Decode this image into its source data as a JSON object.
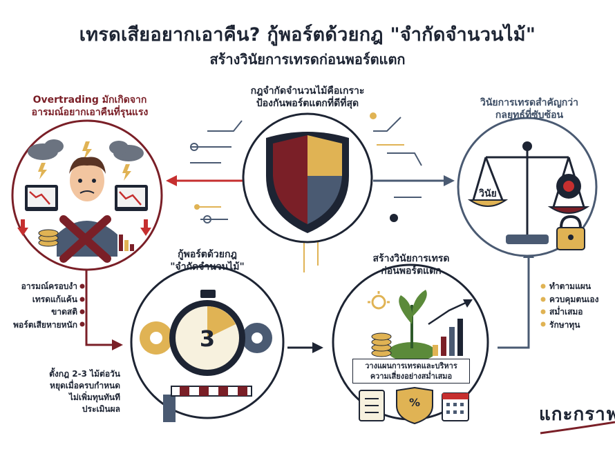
{
  "header": {
    "title": "เทรดเสียอยากเอาคืน? กู้พอร์ตด้วยกฎ \"จำกัดจำนวนไม้\"",
    "subtitle": "สร้างวินัยการเทรดก่อนพอร์ตแตก"
  },
  "left_panel": {
    "heading_en": "Overtrading",
    "heading_line1_th": "มักเกิดจาก",
    "heading_line2": "อารมณ์อยากเอาคืนที่รุนแรง",
    "causes": [
      "อารมณ์ครอบงำ",
      "เทรดแก้แค้น",
      "ขาดสติ",
      "พอร์ตเสียหายหนัก"
    ]
  },
  "center_panel": {
    "heading_line1": "กฎจำกัดจำนวนไม้คือเกราะ",
    "heading_line2": "ป้องกันพอร์ตแตกที่ดีที่สุด"
  },
  "right_panel": {
    "heading_line1": "วินัยการเทรดสำคัญกว่า",
    "heading_line2": "กลยุทธ์ที่ซับซ้อน",
    "scale_label": "วินัย",
    "benefits": [
      "ทำตามแผน",
      "ควบคุมตนเอง",
      "สม่ำเสมอ",
      "รักษาทุน"
    ]
  },
  "bottom_left_panel": {
    "heading_line1": "กู้พอร์ตด้วยกฎ",
    "heading_line2": "\"จำกัดจำนวนไม้\"",
    "timer_number": "3",
    "notes": [
      "ตั้งกฎ 2-3 ไม้ต่อวัน",
      "หยุดเมื่อครบกำหนด",
      "ไม่เพิ่มทุนทันที",
      "ประเมินผล"
    ]
  },
  "bottom_right_panel": {
    "heading_line1": "สร้างวินัยการเทรด",
    "heading_line2": "ก่อนพอร์ตแตก",
    "card_line1": "วางแผนการเทรดและบริหาร",
    "card_line2": "ความเสี่ยงอย่างสม่ำเสมอ",
    "percent_symbol": "%"
  },
  "brand": {
    "text": "แกะกราฟ"
  },
  "colors": {
    "maroon": "#7a1f27",
    "gold": "#e0b354",
    "slate": "#4a5a72",
    "navy": "#1d2433"
  }
}
